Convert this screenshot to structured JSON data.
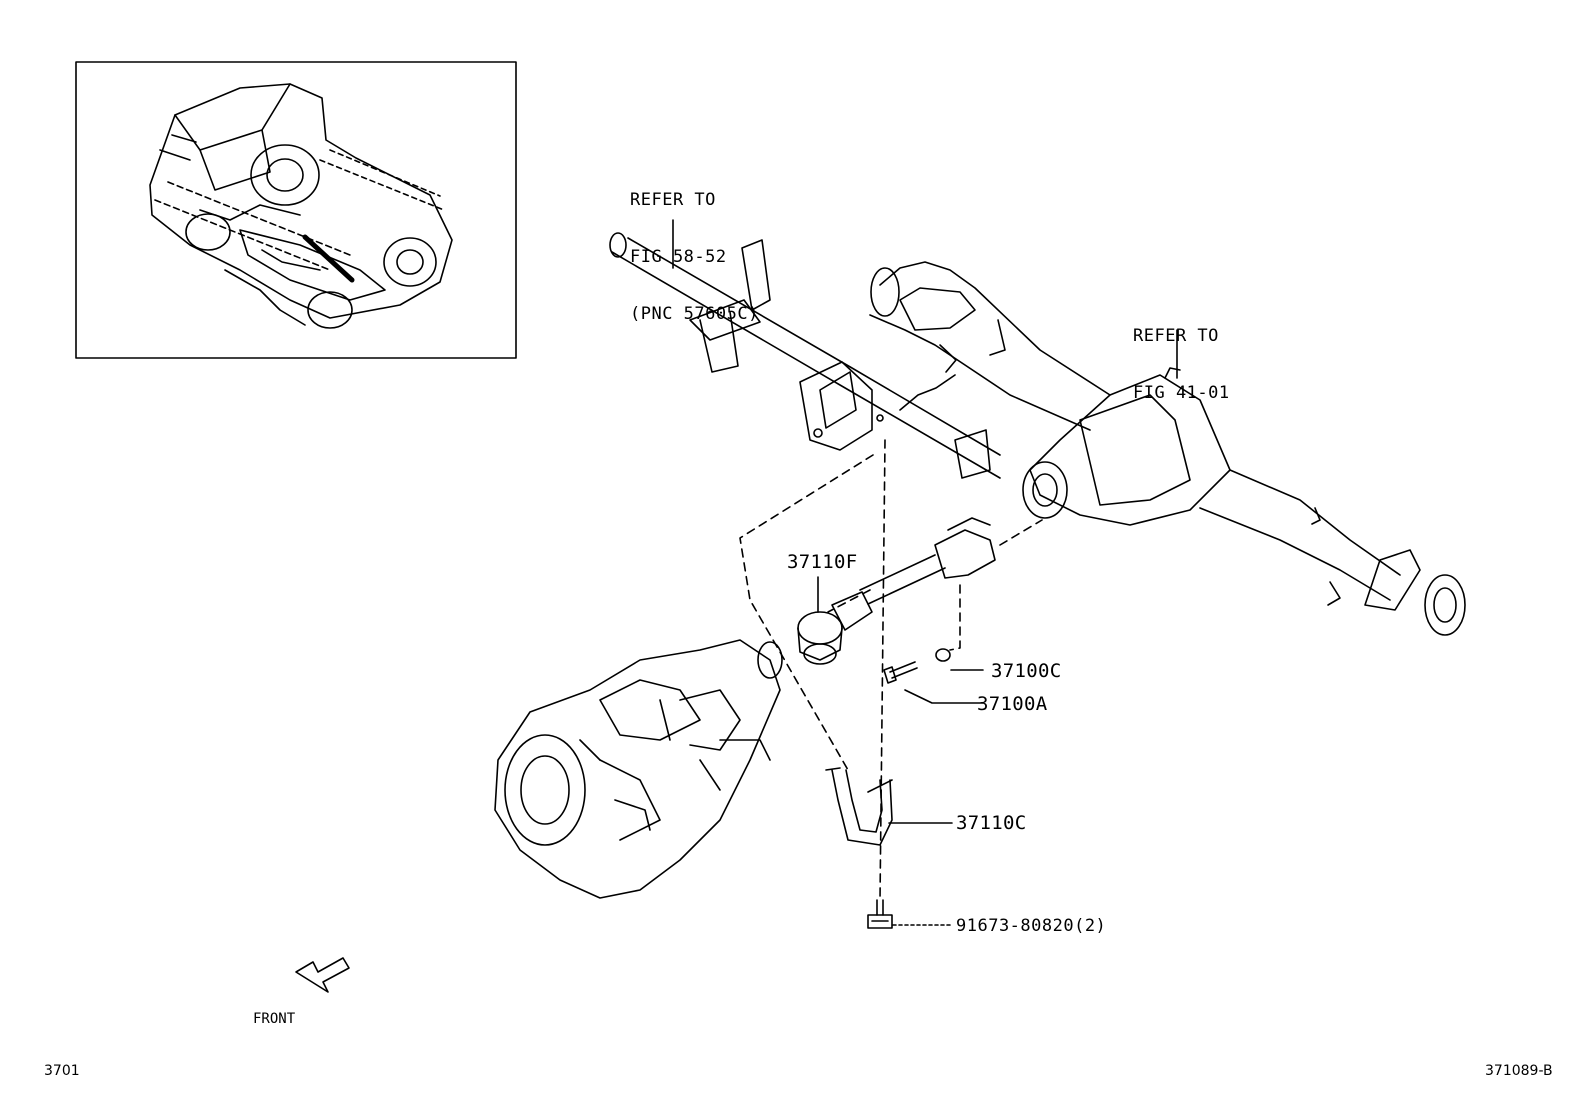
{
  "references": [
    {
      "lines": [
        "REFER TO",
        "FIG 58-52",
        "(PNC 57605C)"
      ]
    },
    {
      "lines": [
        "REFER TO",
        "FIG 41-01"
      ]
    }
  ],
  "parts": {
    "p37110F": "37110F",
    "p37100C": "37100C",
    "p37100A": "37100A",
    "p37110C": "37110C",
    "p91673": "91673-80820(2)"
  },
  "direction_label": "FRONT",
  "page_code": "3701",
  "drawing_code": "371089-B",
  "colors": {
    "line": "#000000",
    "background": "#ffffff"
  }
}
